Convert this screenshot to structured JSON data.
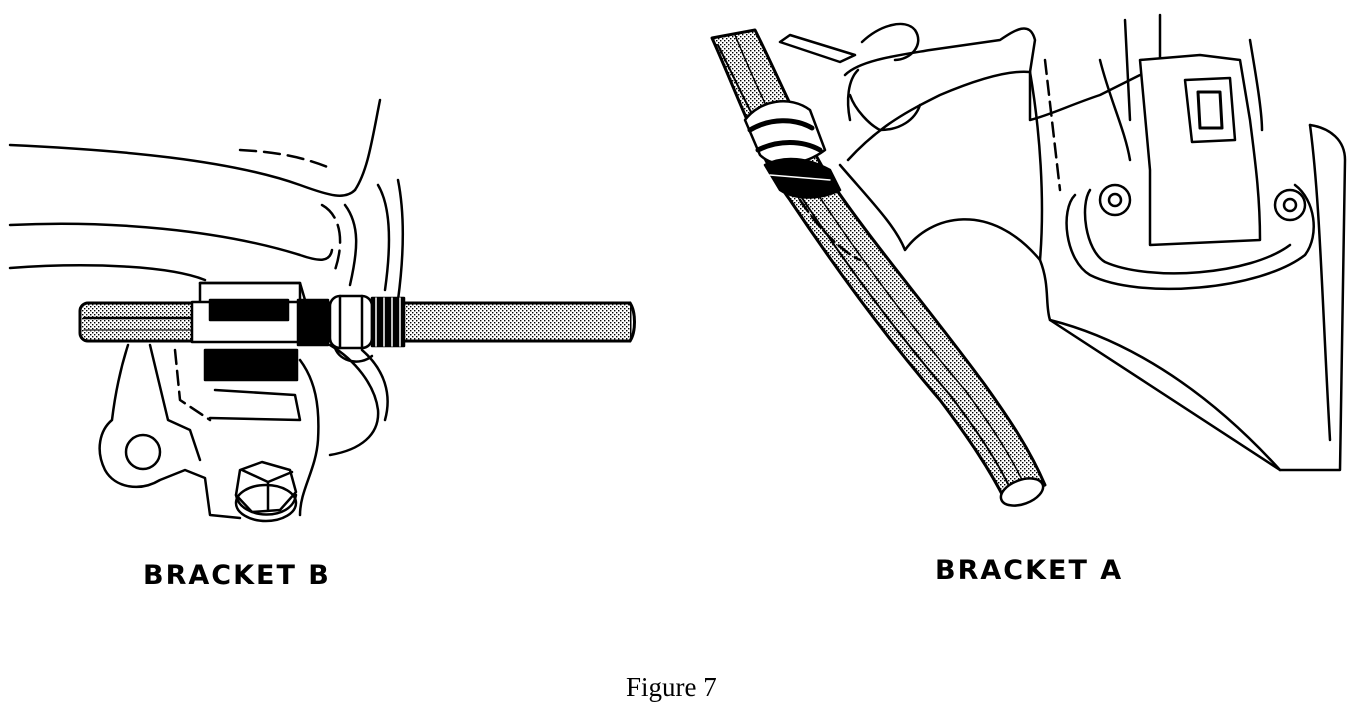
{
  "figure": {
    "caption": "Figure 7",
    "panels": [
      {
        "label": "BRACKET B"
      },
      {
        "label": "BRACKET A"
      }
    ]
  },
  "colors": {
    "ink": "#000000",
    "paper": "#ffffff",
    "hose_stipple": "#8a8a8a"
  },
  "icons": [
    "hose-icon",
    "bolt-icon",
    "bracket-icon",
    "clamp-icon",
    "sensor-icon"
  ]
}
